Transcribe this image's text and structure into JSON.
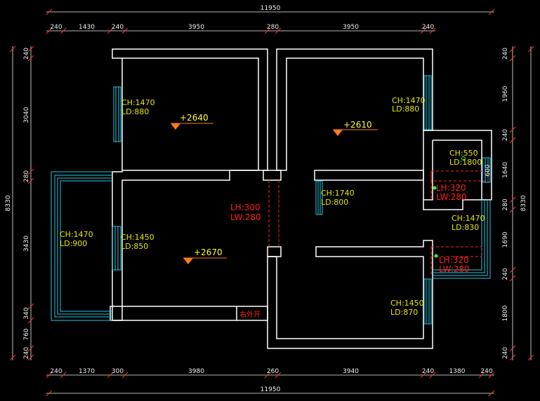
{
  "top_dims": {
    "total": "11950",
    "segments": [
      "240",
      "1430",
      "240",
      "3950",
      "280",
      "3950",
      "240"
    ]
  },
  "bottom_dims": {
    "total": "11950",
    "segments": [
      "240",
      "1370",
      "300",
      "3980",
      "260",
      "3940",
      "240",
      "1380",
      "240"
    ]
  },
  "left_dims": {
    "total": "8330",
    "segments": [
      "240",
      "3040",
      "280",
      "3430",
      "340",
      "760",
      "240"
    ]
  },
  "right_dims": {
    "total": "8330",
    "segments": [
      "240",
      "1960",
      "240",
      "1640",
      "280",
      "1690",
      "240",
      "1800",
      "240"
    ],
    "small": "600"
  },
  "rooms": {
    "upper_left": {
      "level": "+2640",
      "window_ch": "CH:1470",
      "window_ld": "LD:880"
    },
    "upper_right": {
      "level": "+2610",
      "window_ch": "CH:1470",
      "window_ld": "LD:880"
    },
    "lower_left": {
      "level": "+2670"
    },
    "balcony_left": {
      "window_ch": "CH:1470",
      "window_ld": "LD:900"
    },
    "inner_left": {
      "window_ch": "CH:1450",
      "window_ld": "LD:850"
    },
    "middle_right": {
      "window_ch": "CH:1740",
      "window_ld": "LD:800"
    },
    "small_room": {
      "window_ch": "CH:550",
      "window_ld": "LD:1800"
    },
    "right_balcony": {
      "window_ch": "CH:1470",
      "window_ld": "LD:830"
    },
    "lower_right": {
      "window_ch": "CH:1450",
      "window_ld": "LD:870"
    }
  },
  "openings": {
    "center": {
      "lh": "LH:300",
      "lw": "LW:280"
    },
    "small_room": {
      "lh": "LH:320",
      "lw": "LW:280"
    },
    "lower": {
      "lh": "LH:320",
      "lw": "LW:280"
    }
  },
  "door_note": "右外开"
}
